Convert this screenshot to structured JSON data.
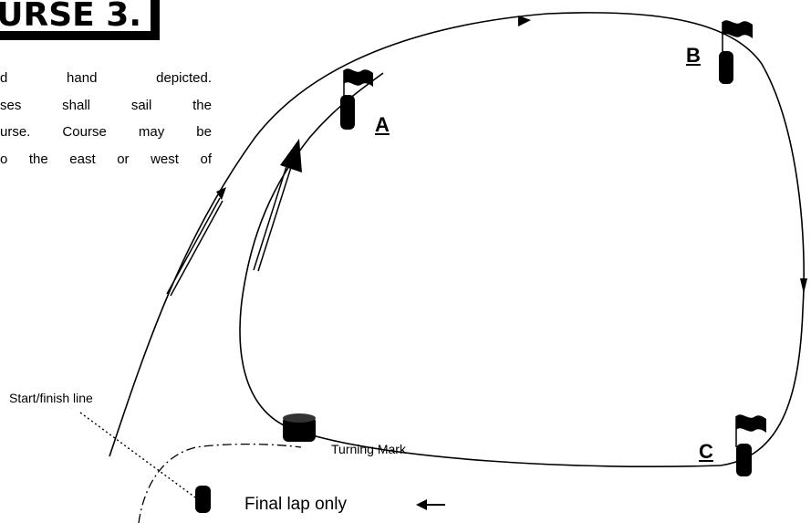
{
  "title": "URSE 3.",
  "description_lines": [
    "d hand depicted.",
    "ses shall sail the",
    "urse. Course may be",
    "o the east or west of"
  ],
  "marks": {
    "a": "A",
    "b": "B",
    "c": "C"
  },
  "labels": {
    "start_finish": "Start/finish line",
    "turning_mark": "Turning Mark",
    "final_lap": "Final lap only"
  }
}
